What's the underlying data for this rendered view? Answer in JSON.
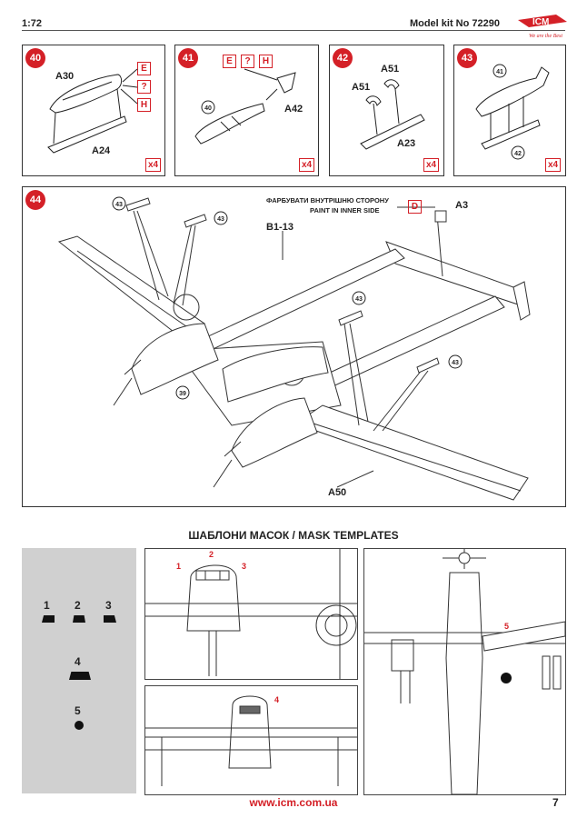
{
  "header": {
    "scale": "1:72",
    "kit_label": "Model kit No 72290"
  },
  "logo": {
    "brand": "ICM",
    "tagline": "We are the Best"
  },
  "steps": [
    {
      "number": "40",
      "qty": "x4",
      "labels": [
        "A30",
        "A24"
      ],
      "color_codes": [
        "E",
        "?",
        "H"
      ]
    },
    {
      "number": "41",
      "qty": "x4",
      "labels": [
        "A42"
      ],
      "ref": "40",
      "color_codes": [
        "E",
        "?",
        "H"
      ]
    },
    {
      "number": "42",
      "qty": "x4",
      "labels": [
        "A51",
        "A51",
        "A23"
      ]
    },
    {
      "number": "43",
      "qty": "x4",
      "refs": [
        "41",
        "42"
      ]
    },
    {
      "number": "44",
      "note_ua": "ФАРБУВАТИ ВНУТРІШНЮ СТОРОНУ",
      "note_en": "PAINT IN INNER SIDE",
      "color_code": "D",
      "labels": {
        "a3": "A3",
        "b1": "B1-13",
        "a50": "A50"
      },
      "refs": [
        "43",
        "43",
        "43",
        "43",
        "39"
      ]
    }
  ],
  "masks": {
    "title": "ШАБЛОНИ МАСОК / MASK TEMPLATES",
    "templates": [
      "1",
      "2",
      "3",
      "4",
      "5"
    ],
    "view_top_callouts": [
      "1",
      "2",
      "3"
    ],
    "view_bottom_callout": "4",
    "view_right_callout": "5"
  },
  "footer": {
    "url": "www.icm.com.ua",
    "page": "7"
  },
  "colors": {
    "accent_red": "#d42027",
    "line": "#333333",
    "panel_gray": "#d0d0d0"
  }
}
